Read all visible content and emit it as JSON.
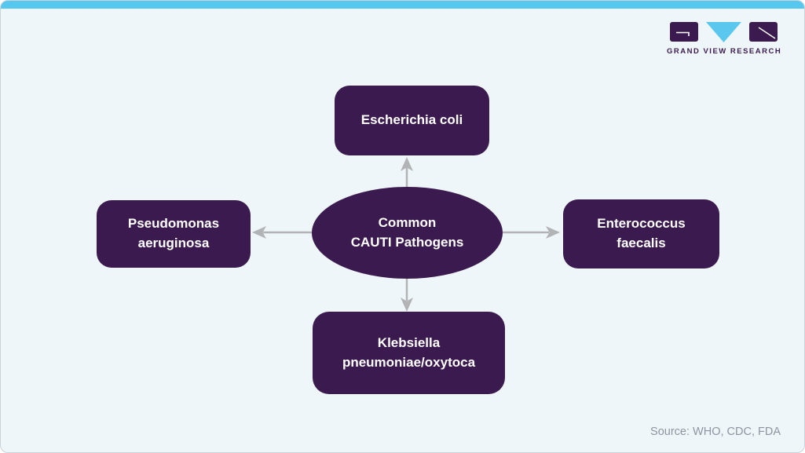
{
  "page": {
    "source_note": "Source: WHO, CDC, FDA"
  },
  "logo": {
    "brand_name": "GRAND VIEW RESEARCH",
    "icon": "grand-view-research-logo-icon"
  },
  "diagram": {
    "center": {
      "label": "Common\nCAUTI Pathogens"
    },
    "nodes": [
      {
        "id": "top",
        "label": "Escherichia coli"
      },
      {
        "id": "left",
        "label": "Pseudomonas\naeruginosa"
      },
      {
        "id": "right",
        "label": "Enterococcus\nfaecalis"
      },
      {
        "id": "bottom",
        "label": "Klebsiella\npneumoniae/oxytoca"
      }
    ],
    "arrows": [
      "up",
      "left",
      "right",
      "down"
    ],
    "colors": {
      "node_fill": "#3b1b4f",
      "node_text": "#ffffff",
      "arrow": "#b1b3b5",
      "accent_bar": "#56c7ef",
      "logo_cyan": "#5ac8ee",
      "background": "#eff6fa",
      "source_text": "#8d96a0"
    }
  }
}
